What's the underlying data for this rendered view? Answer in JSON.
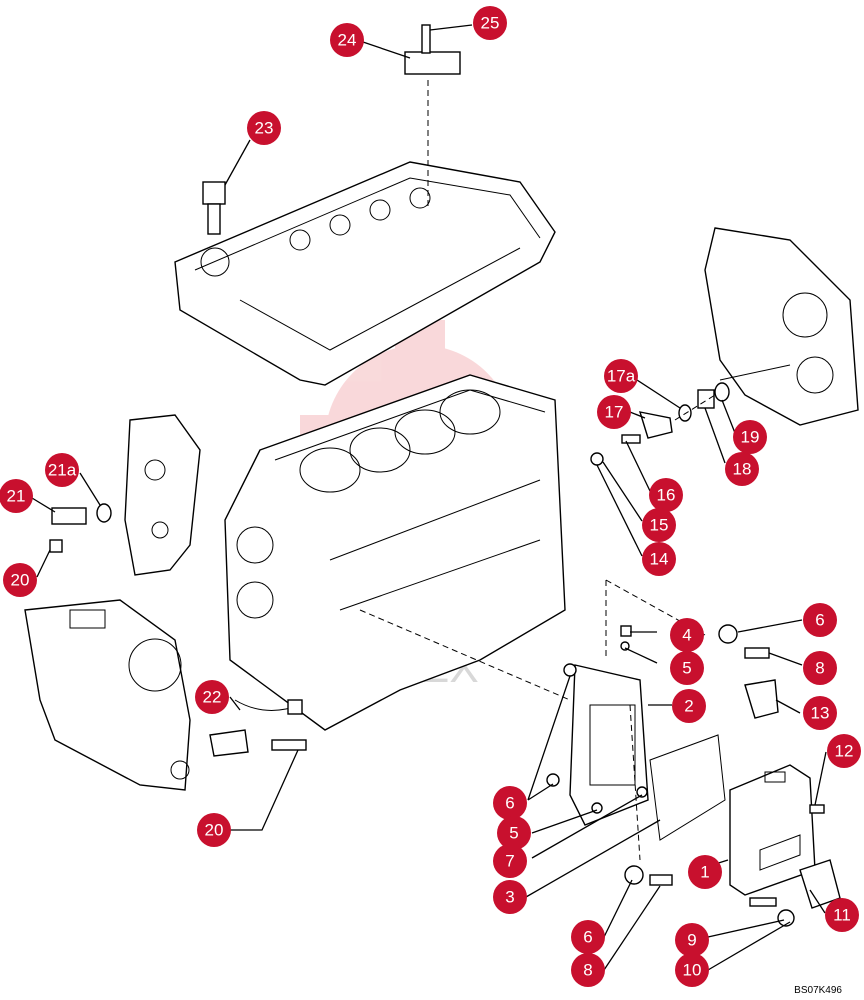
{
  "figure": {
    "reference_code": "BS07K496",
    "watermark_text": "APEX",
    "callout_color": "#c8102e"
  },
  "callouts": [
    "25",
    "24",
    "23",
    "17a",
    "17",
    "19",
    "18",
    "21a",
    "21",
    "16",
    "15",
    "14",
    "20",
    "6",
    "4",
    "8",
    "5",
    "13",
    "22",
    "2",
    "12",
    "6",
    "5",
    "7",
    "3",
    "1",
    "20",
    "11",
    "6",
    "9",
    "8",
    "10"
  ]
}
